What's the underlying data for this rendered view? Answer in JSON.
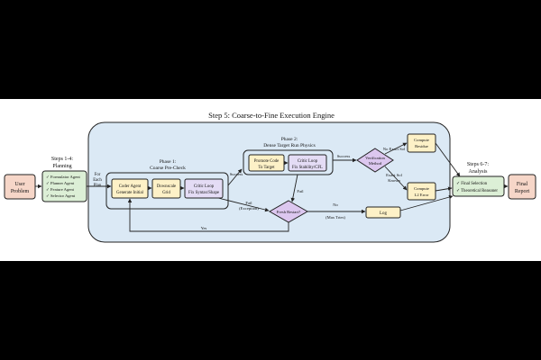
{
  "title": "Step 5: Coarse-to-Fine Execution Engine",
  "user_problem": [
    "User",
    "Problem"
  ],
  "planning": {
    "title": [
      "Steps 1-4:",
      "Planning"
    ],
    "items": [
      "✓ Formulator Agent",
      "✓ Planner Agent",
      "✓ Feature Agent",
      "✓ Selector Agent"
    ]
  },
  "for_each_plan": [
    "For",
    "Each",
    "Plan"
  ],
  "phase1": {
    "title": [
      "Phase 1:",
      "Coarse Pre-Check"
    ],
    "coder": [
      "Coder Agent",
      "Generate Initial"
    ],
    "downscale": [
      "Downscale",
      "Grid"
    ],
    "critic": [
      "Critic Loop",
      "Fix Syntax/Shape"
    ]
  },
  "phase2": {
    "title": [
      "Phase 2:",
      "Dense Target Run Physics"
    ],
    "promote": [
      "Promote Code",
      "To Target"
    ],
    "critic": [
      "Critic Loop",
      "Fix Stability/CFL"
    ]
  },
  "verification": [
    "Verification",
    "Method"
  ],
  "residue": [
    "Compute",
    "Residue"
  ],
  "l2": [
    "Compute",
    "L2 Error"
  ],
  "fresh_restart": "Fresh Restart?",
  "log": "Log",
  "analysis": {
    "title": [
      "Steps 6-7:",
      "Analysis"
    ],
    "items": [
      "✓ Final Selection",
      "✓ Theoretical Reasoner"
    ]
  },
  "final_report": [
    "Final",
    "Report"
  ],
  "labels": {
    "success1": "Success",
    "success2": "Success",
    "fail": "Fail",
    "fail_exception": [
      "Fail",
      "(Exception)"
    ],
    "no_max": [
      "No",
      "(Max Tries)"
    ],
    "yes": "Yes",
    "no_exact": "No Exact Sol",
    "exact_known": [
      "Exact Sol",
      "Known"
    ]
  },
  "colors": {
    "engine_bg": "#dbe9f5",
    "user_fill": "#f6d6c8",
    "plan_fill": "#dcefd6",
    "phase_fill": "#fdf1c7",
    "critic_fill": "#e4dcf5",
    "diamond_fill": "#dcc7ef",
    "report_fill": "#f6d6c8"
  }
}
